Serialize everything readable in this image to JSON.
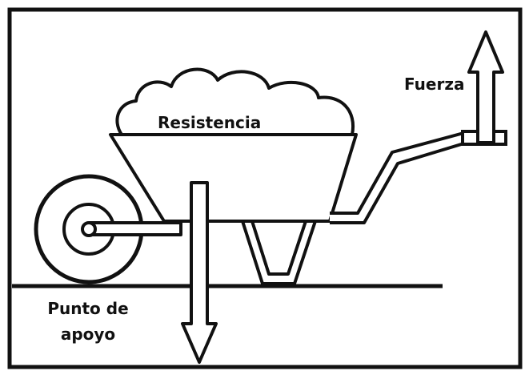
{
  "diagram": {
    "labels": {
      "resistance": "Resistencia",
      "force": "Fuerza",
      "fulcrum_line1": "Punto de",
      "fulcrum_line2": "apoyo"
    },
    "colors": {
      "stroke": "#111111",
      "background": "#ffffff"
    }
  }
}
